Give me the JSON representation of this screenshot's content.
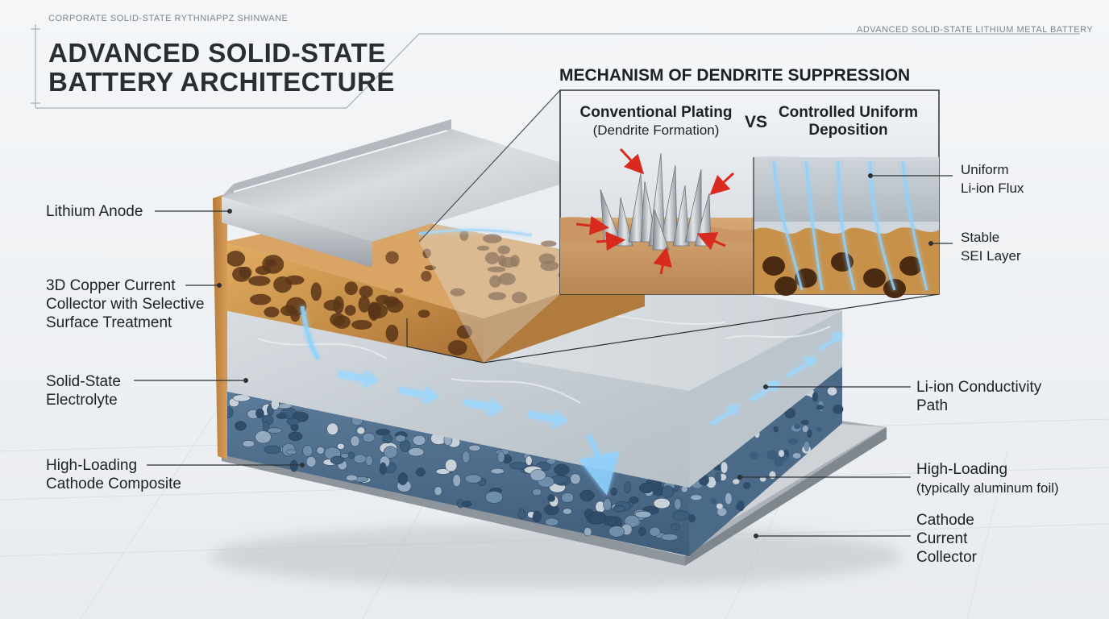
{
  "header": {
    "company_tag": "CORPORATE SOLID-STATE RYTHNIAPPZ SHINWANE",
    "top_right_tag": "ADVANCED SOLID-STATE LITHIUM METAL BATTERY",
    "title_line1": "ADVANCED SOLID-STATE",
    "title_line2": "BATTERY ARCHITECTURE"
  },
  "inset": {
    "title": "MECHANISM OF DENDRITE SUPPRESSION",
    "left_title": "Conventional Plating",
    "left_subtitle": "(Dendrite Formation)",
    "vs": "VS",
    "right_title_line1": "Controlled Uniform",
    "right_title_line2": "Deposition",
    "label_flux_line1": "Uniform",
    "label_flux_line2": "Li-ion Flux",
    "label_sei_line1": "Stable",
    "label_sei_line2": "SEI Layer"
  },
  "left_labels": {
    "anode": "Lithium Anode",
    "copper_line1": "3D Copper Current",
    "copper_line2": "Collector with Selective",
    "copper_line3": "Surface Treatment",
    "electrolyte_line1": "Solid-State",
    "electrolyte_line2": "Electrolyte",
    "cathode_line1": "High-Loading",
    "cathode_line2": "Cathode Composite"
  },
  "right_labels": {
    "conductivity_line1": "Li-ion Conductivity",
    "conductivity_line2": "Path",
    "highloading_line1": "High-Loading",
    "highloading_line2": "(typically aluminum foil)",
    "collector_line1": "Cathode",
    "collector_line2": "Current",
    "collector_line3": "Collector"
  },
  "colors": {
    "copper": "#c8914a",
    "electrolyte": "#c9d0d6",
    "cathode": "#4f6f8f",
    "metal": "#b9bec4",
    "ion_glow": "#6fc3ff",
    "dendrite_arrow": "#d92a1f"
  }
}
